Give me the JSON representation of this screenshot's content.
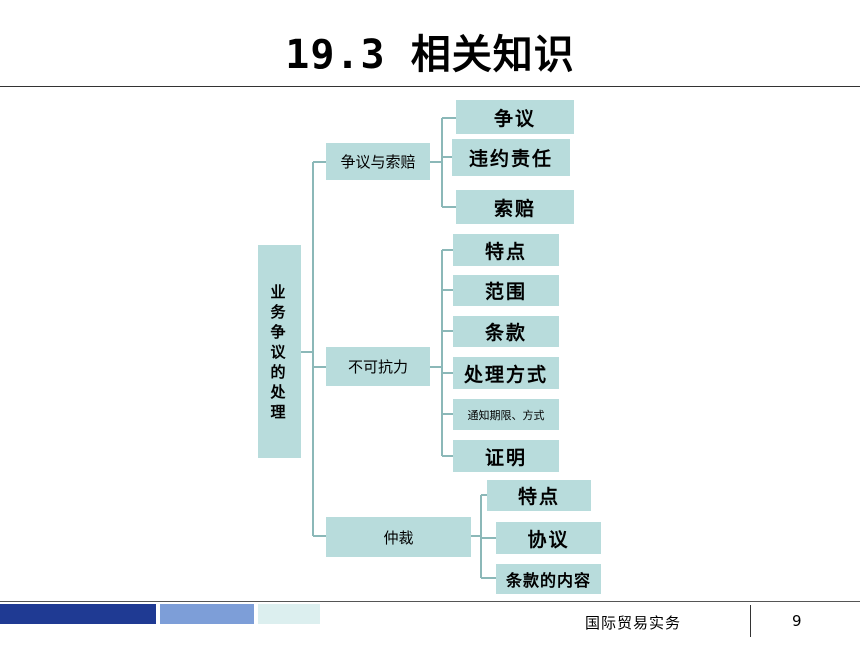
{
  "title": "19.3 相关知识",
  "diagram": {
    "root": "业务争议的处理",
    "branches": [
      {
        "label": "争议与索赔",
        "children": [
          "争议",
          "违约责任",
          "索赔"
        ]
      },
      {
        "label": "不可抗力",
        "children": [
          "特点",
          "范围",
          "条款",
          "处理方式",
          "通知期限、方式",
          "证明"
        ]
      },
      {
        "label": "仲裁",
        "children": [
          "特点",
          "协议",
          "条款的内容"
        ]
      }
    ]
  },
  "footer": {
    "course": "国际贸易实务",
    "page": "9"
  },
  "colors": {
    "node_fill": "#b8dcdc",
    "connector": "#8bb8b8",
    "bar1": "#1f3a93",
    "bar2": "#7d9ed8",
    "bar3": "#dcefef"
  }
}
